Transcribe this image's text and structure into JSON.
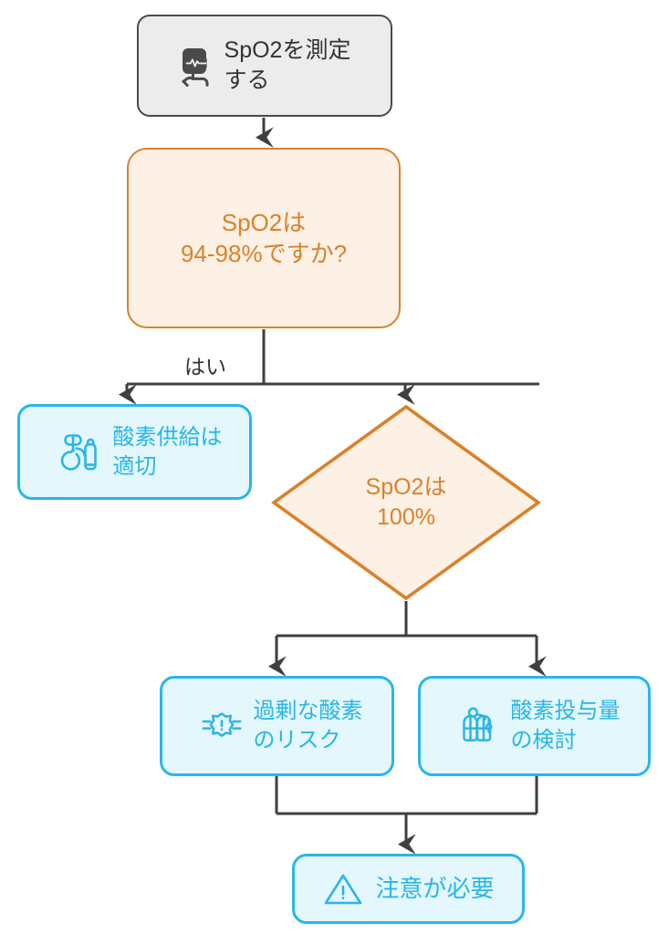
{
  "diagram": {
    "title": "SpO2 oxygen saturation assessment flowchart",
    "background": "#ffffff",
    "colors": {
      "process_fill": "#ececec",
      "process_border": "#4a4a4a",
      "process_text": "#333333",
      "decision_fill": "#fdf0e4",
      "decision_border": "#d9822b",
      "decision_text": "#d9822b",
      "outcome_fill": "#e3f7fd",
      "outcome_border": "#29b6e8",
      "outcome_text": "#29b6e8",
      "edge_stroke": "#3f3f3f"
    }
  },
  "nodes": {
    "start": {
      "label": "SpO2を測定\nする",
      "icon": "pulse-oximeter-icon",
      "shape": "rounded-rectangle"
    },
    "question": {
      "label": "SpO2は\n94-98%ですか?",
      "shape": "rounded-rectangle"
    },
    "supply": {
      "label": "酸素供給は\n適切",
      "icon": "oxygen-mask-icon",
      "shape": "rounded-rectangle"
    },
    "diamond": {
      "label": "SpO2は\n100%",
      "shape": "diamond"
    },
    "risk": {
      "label": "過剰な酸素\nのリスク",
      "icon": "hazard-alert-icon",
      "shape": "rounded-rectangle"
    },
    "dose": {
      "label": "酸素投与量\nの検討",
      "icon": "oxygen-cylinders-icon",
      "shape": "rounded-rectangle"
    },
    "caution": {
      "label": "注意が必要",
      "icon": "warning-triangle-icon",
      "shape": "rounded-rectangle"
    }
  },
  "edges": {
    "yes_label": "はい"
  }
}
